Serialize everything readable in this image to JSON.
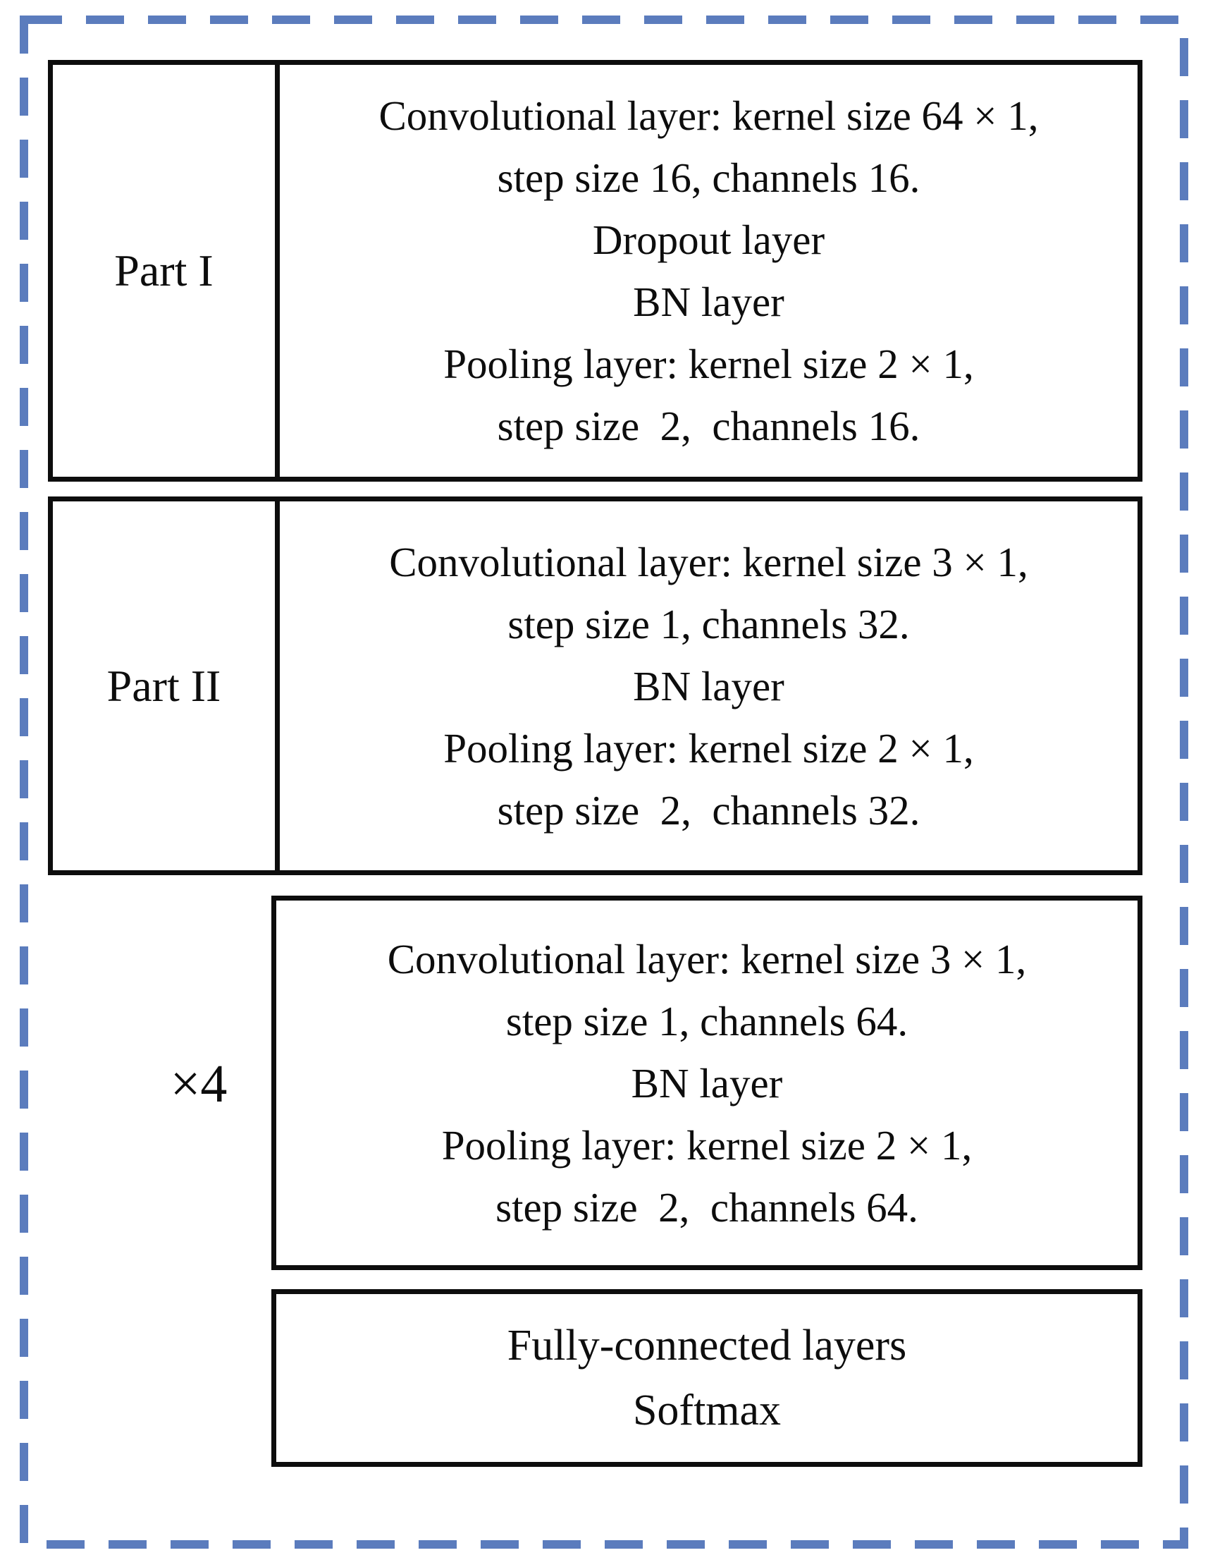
{
  "figure": {
    "background": "#ffffff",
    "frame_color": "#5b7cbd",
    "line_color": "#0d0d0d",
    "text_color": "#0d0d0d"
  },
  "rows": [
    {
      "label": "Part I",
      "content": "Convolutional layer: kernel size 64 × 1,\nstep size 16, channels 16.\nDropout layer\nBN layer\nPooling layer: kernel size 2 × 1,\nstep size  2,  channels 16."
    },
    {
      "label": "Part II",
      "content": "Convolutional layer: kernel size 3 × 1,\nstep size 1, channels 32.\nBN layer\nPooling layer: kernel size 2 × 1,\nstep size  2,  channels 32."
    }
  ],
  "repeated_block": {
    "label": "×4",
    "content": "Convolutional layer: kernel size 3 × 1,\nstep size 1, channels 64.\nBN layer\nPooling layer: kernel size 2 × 1,\nstep size  2,  channels 64."
  },
  "output_block": {
    "content": "Fully-connected layers\nSoftmax"
  }
}
